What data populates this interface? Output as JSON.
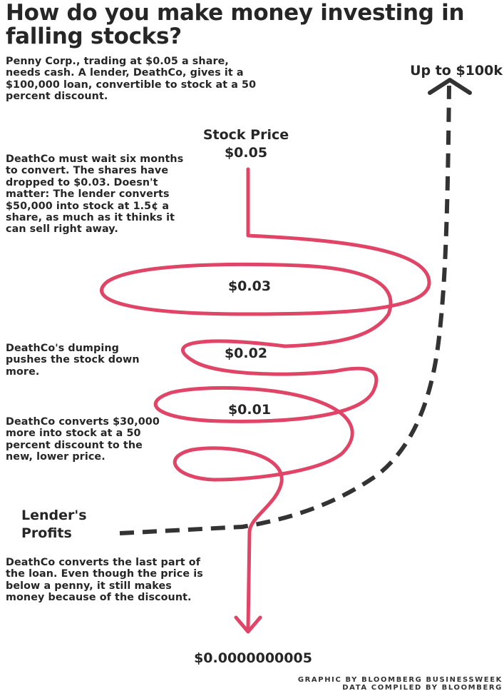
{
  "title": "How do you make money investing in falling stocks?",
  "intro_text": "Penny Corp., trading at $0.05 a share, needs cash. A lender, DeathCo, gives it a $100,000 loan, convertible to stock at a 50 percent discount.",
  "upper_target": "Up to $100k",
  "stock_price_label": "Stock Price",
  "price_levels": [
    "$0.05",
    "$0.03",
    "$0.02",
    "$0.01",
    "$0.0000000005"
  ],
  "steps": [
    "DeathCo must wait six months to convert. The shares have dropped to $0.03. Doesn't matter: The lender converts $50,000 into stock at 1.5¢ a share, as much as it thinks it can sell right away.",
    "DeathCo's dumping pushes the stock down more.",
    "DeathCo converts $30,000 more into stock at a 50 percent discount to the new, lower price.",
    "DeathCo converts the last part of the loan. Even though the price is below a penny, it still makes money because of the discount."
  ],
  "profits_label": "Lender's Profits",
  "credits": [
    "GRAPHIC BY BLOOMBERG BUSINESSWEEK",
    "DATA COMPILED BY BLOOMBERG"
  ],
  "colors": {
    "spiral": "#e04466",
    "dashed": "#333333",
    "text": "#262626"
  }
}
